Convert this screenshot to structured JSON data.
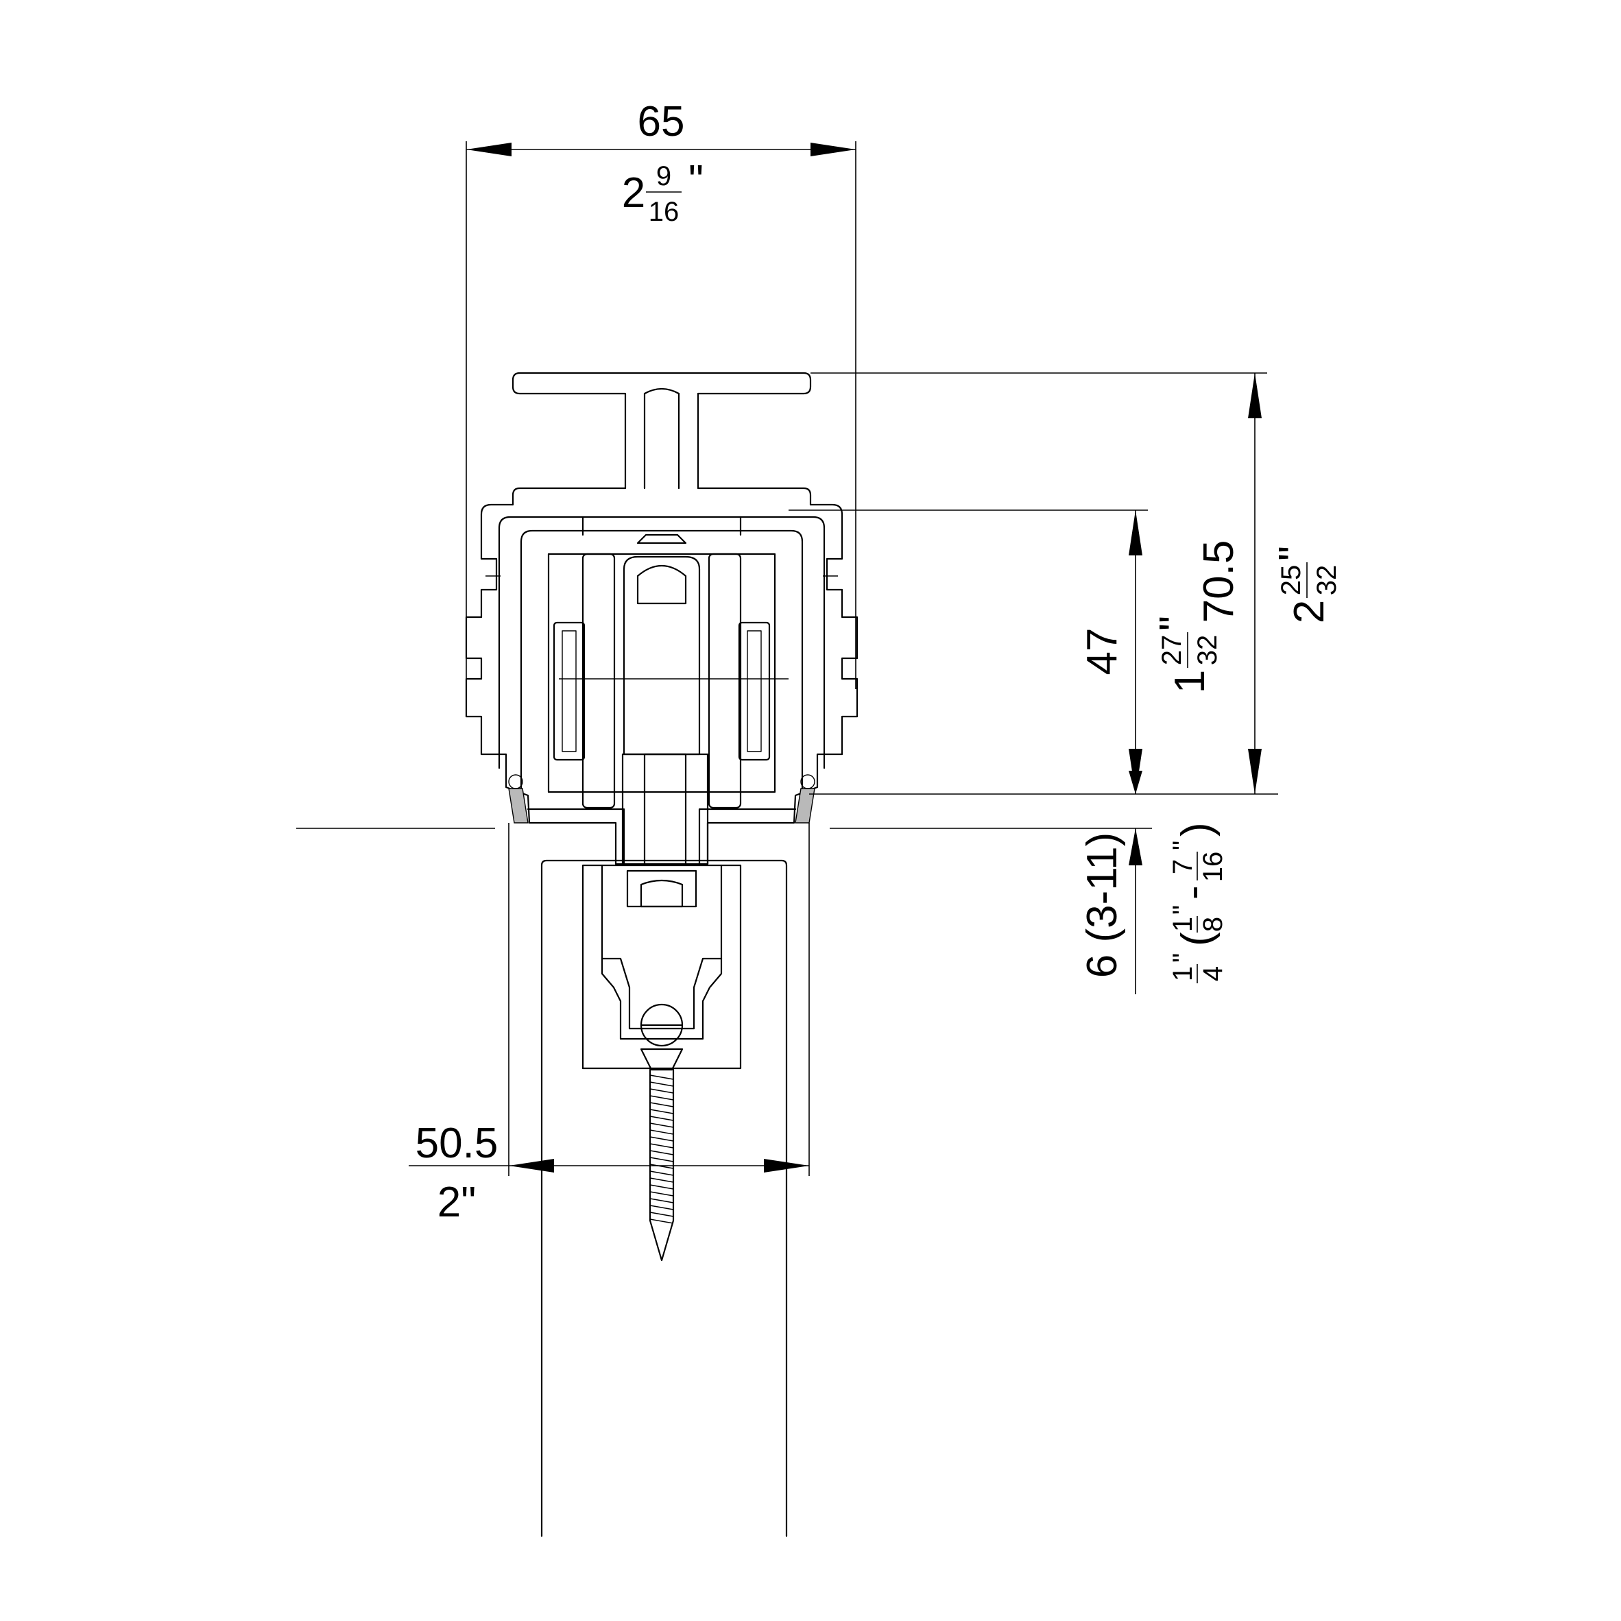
{
  "dimensions": {
    "total_width": {
      "mm": "65",
      "inch_whole": "2",
      "inch_num": "9",
      "inch_den": "16",
      "inch_mark": "\""
    },
    "total_height": {
      "mm": "70.5",
      "inch_whole": "2",
      "inch_num": "25",
      "inch_den": "32",
      "inch_mark": "\""
    },
    "track_height": {
      "mm": "47",
      "inch_whole": "1",
      "inch_num": "27",
      "inch_den": "32",
      "inch_mark": "\""
    },
    "gap": {
      "mm": "6 (3-11)",
      "inch_num": "1",
      "inch_den": "4",
      "inch_mark": "\"",
      "range_open": "(",
      "range_a_num": "1",
      "range_a_den": "8",
      "range_sep": "-",
      "range_b_num": "7",
      "range_b_den": "16",
      "range_close": ")"
    },
    "door_thickness": {
      "mm": "50.5",
      "inch": "2\""
    }
  },
  "colors": {
    "line": "#000000",
    "seal": "#b9b9b9",
    "background": "#ffffff"
  }
}
